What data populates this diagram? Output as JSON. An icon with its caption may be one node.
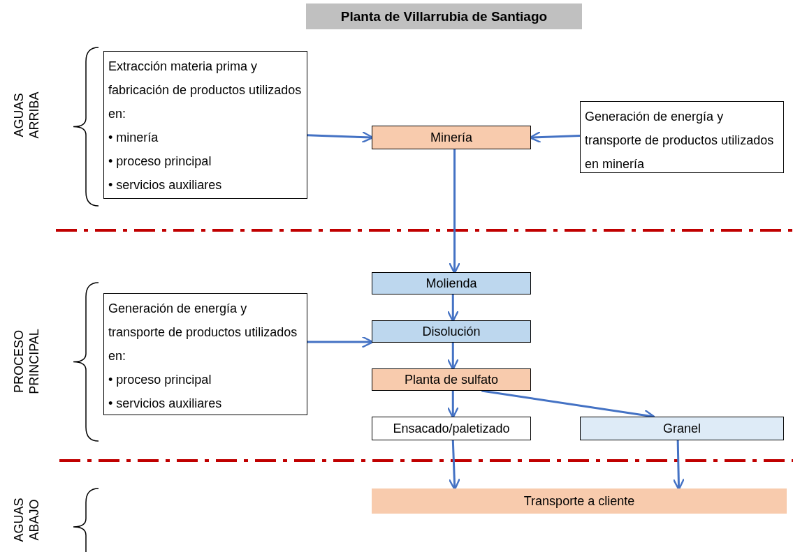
{
  "diagram": {
    "title": "Planta de Villarrubia de Santiago",
    "nodes": [
      {
        "text": [
          "Extracción materia prima y fabricación de productos utilizados en:",
          "• minería",
          "• proceso principal",
          "• servicios auxiliares"
        ]
      },
      {
        "text": [
          "Minería"
        ]
      },
      {
        "text": [
          "Generación de energía y transporte de productos utilizados en minería"
        ]
      },
      {
        "text": [
          "Generación de energía y transporte de productos utilizados en:",
          "• proceso principal",
          "• servicios auxiliares"
        ]
      },
      {
        "text": [
          "Molienda"
        ]
      },
      {
        "text": [
          "Disolución"
        ]
      },
      {
        "text": [
          "Planta de sulfato"
        ]
      },
      {
        "text": [
          "Ensacado/paletizado"
        ]
      },
      {
        "text": [
          "Granel"
        ]
      },
      {
        "text": [
          "Transporte a cliente"
        ]
      }
    ],
    "edges": [
      {
        "from": 0,
        "to": 1,
        "arrow": "to"
      },
      {
        "from": 2,
        "to": 1,
        "arrow": "to"
      },
      {
        "from": 1,
        "to": 4,
        "arrow": "to"
      },
      {
        "from": 3,
        "to": 5,
        "arrow": "to"
      },
      {
        "from": 4,
        "to": 5,
        "arrow": "to"
      },
      {
        "from": 5,
        "to": 6,
        "arrow": "to"
      },
      {
        "from": 6,
        "to": 7,
        "arrow": "to"
      },
      {
        "from": 6,
        "to": 8,
        "arrow": "to"
      },
      {
        "from": 7,
        "to": 9,
        "arrow": "to"
      },
      {
        "from": 8,
        "to": 9,
        "arrow": "to"
      }
    ],
    "labels": [
      "AGUAS ARRIBA",
      "PROCESO PRINCIPAL",
      "AGUAS ABAJO"
    ]
  }
}
